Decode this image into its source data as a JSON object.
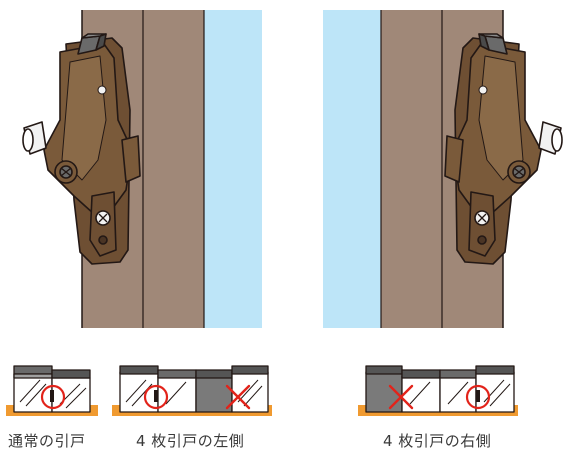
{
  "captions": {
    "normal_sliding": "通常の引戸",
    "four_panel_left": "4 枚引戸の左側",
    "four_panel_right": "4 枚引戸の右側"
  },
  "colors": {
    "frame_brown": "#a08878",
    "glass_blue": "#bde5f8",
    "lock_brown": "#7a5a3a",
    "lock_dark": "#5a3e26",
    "rail_orange": "#f09a30",
    "mark_red": "#e2231a",
    "outline": "#231815"
  },
  "icons": [
    "lock-icon",
    "ok-circle-icon",
    "ng-cross-icon"
  ]
}
